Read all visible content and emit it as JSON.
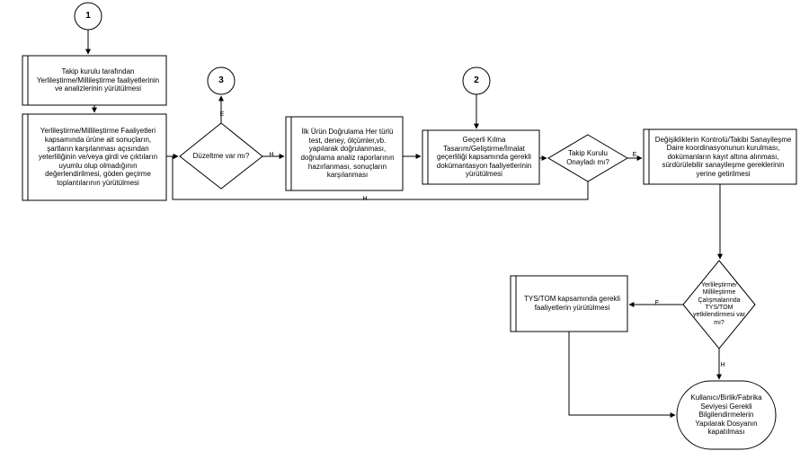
{
  "connectors": {
    "c1": "1",
    "c2": "2",
    "c3": "3"
  },
  "process": {
    "p1": "Takip kurulu tarafından Yerlileştirme/Millileştirme faaliyetlerinin ve analizlerinin yürütülmesi",
    "p2": "Yerlileştirme/Millileştirme Faaliyetleri kapsamında ürüne ait sonuçların, şartların karşılanması açısından yeterliliğinin ve/veya girdi ve çıktıların uyumlu olup olmadığının değerlendirilmesi, göden geçirme toplantılarının yürütülmesi",
    "p3": "İlk Ürün Doğrulama Her türlü test, deney, ölçümler,vb. yapılarak doğrulanması, doğrulama analiz raporlarının hazırlanması, sonuçların karşılanması",
    "p4": "Geçerli Kılma Tasarım/Geliştirme/İmalat geçerliliği kapsamında gerekli dokümantasyon faaliyetlerinin yürütülmesi",
    "p5": "Değişikliklerin Kontrolü/Takibi Sanayileşme Daire koordinasyonunun kurulması, dokümanların kayıt altına alınması, sürdürülebilir sanayileşme gereklerinin yerine getirilmesi",
    "p6": "TYS/TOM kapsamında gerekli faaliyetlerin yürütülmesi"
  },
  "decisions": {
    "d1": "Düzeltme var mı?",
    "d2": "Takip Kurulu Onayladı mı?",
    "d3": "Yerlileştirme/ Millileştirme Çalışmalarında TYS/TOM yetkilendirmesi var mı?"
  },
  "terminal": {
    "t1": "Kullanıcı/Birlik/Fabrika Seviyesi Gerekli Bilgilendirmelerin Yapılarak Dosyanın kapatılması"
  },
  "edge_labels": {
    "d1_yes": "E",
    "d1_no": "H",
    "d2_yes": "E",
    "d2_no": "H",
    "d3_yes": "E",
    "d3_no": "H"
  }
}
